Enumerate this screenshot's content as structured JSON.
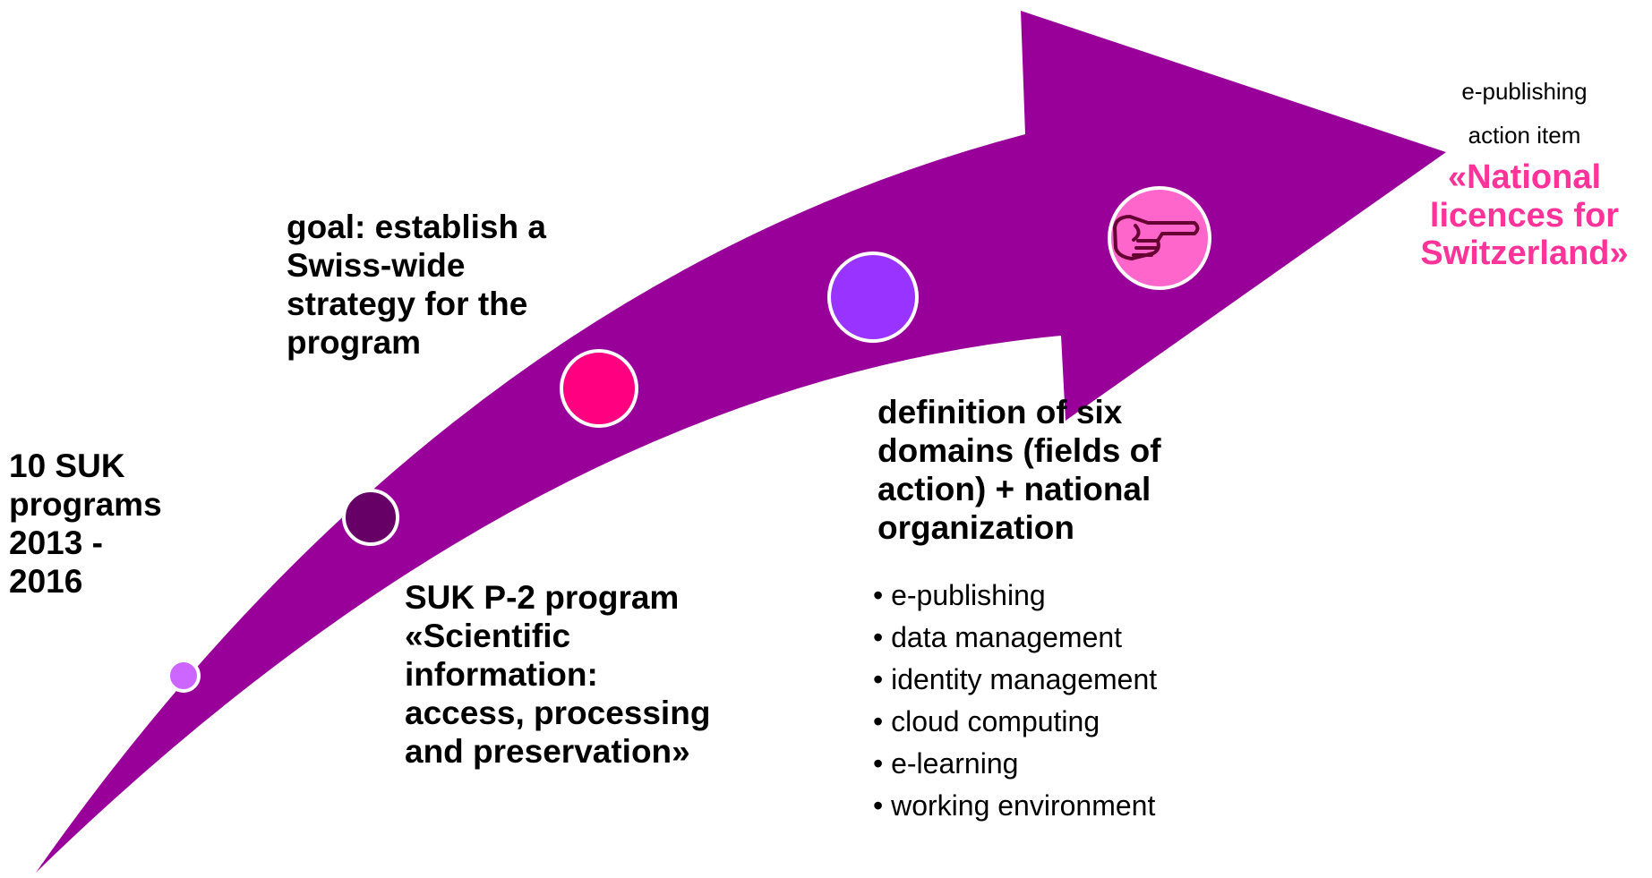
{
  "start_label": [
    "10 SUK",
    "programs",
    "2013 -",
    "2016"
  ],
  "goal_label": [
    "goal: establish a",
    "Swiss-wide",
    "strategy for the",
    "program"
  ],
  "program_label": [
    "SUK P-2 program",
    "«Scientific",
    "information:",
    "access, processing",
    "and preservation»"
  ],
  "definition_label": [
    "definition of six",
    "domains (fields of",
    "action) + national",
    "organization"
  ],
  "domains": [
    "e-publishing",
    "data management",
    "identity management",
    "cloud computing",
    "e-learning",
    "working environment"
  ],
  "action_item": {
    "line1": "e-publishing",
    "line2": "action item",
    "title": [
      "«National",
      "licences for",
      "Switzerland»"
    ]
  },
  "milestones": [
    {
      "name": "start",
      "color": "#cc66ff"
    },
    {
      "name": "goal",
      "color": "#660066"
    },
    {
      "name": "program",
      "color": "#ff0080"
    },
    {
      "name": "domains",
      "color": "#9933ff"
    },
    {
      "name": "action-item",
      "color": "#ff66cc",
      "icon": "pointing-hand-icon"
    }
  ],
  "colors": {
    "arrow": "#990099",
    "highlight": "#ff3399",
    "circle_border": "#ffffff"
  }
}
